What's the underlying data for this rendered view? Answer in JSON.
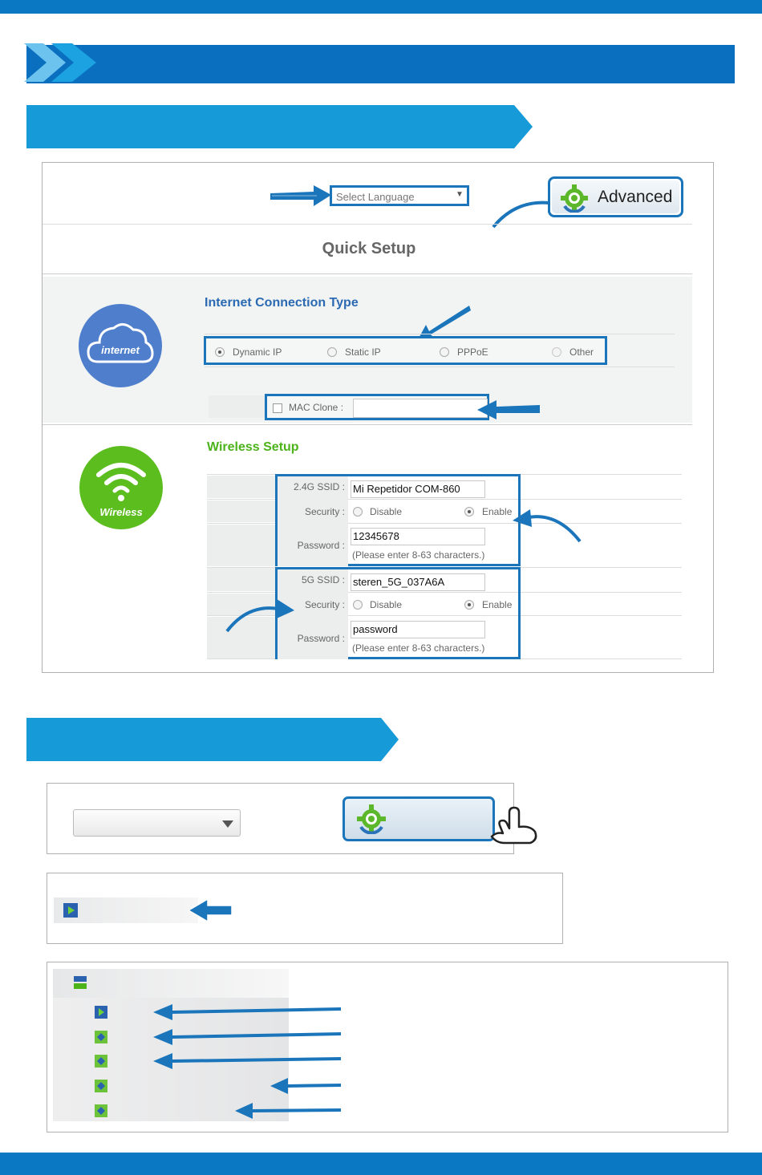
{
  "setup": {
    "select_language": "Select Language",
    "advanced_label": "Advanced",
    "quick_setup_title": "Quick Setup",
    "internet": {
      "icon_label": "internet",
      "section_title": "Internet Connection Type",
      "options": [
        "Dynamic IP",
        "Static IP",
        "PPPoE",
        "Other"
      ],
      "selected": "Dynamic IP",
      "mac_clone_label": "MAC Clone :"
    },
    "wireless": {
      "icon_label": "Wireless",
      "section_title": "Wireless Setup",
      "band_24": {
        "ssid_label": "2.4G SSID :",
        "ssid_value": "Mi Repetidor COM-860",
        "security_label": "Security :",
        "disable_label": "Disable",
        "enable_label": "Enable",
        "password_label": "Password :",
        "password_value": "12345678",
        "hint": "(Please enter 8-63 characters.)"
      },
      "band_5": {
        "ssid_label": "5G SSID :",
        "ssid_value": "steren_5G_037A6A",
        "security_label": "Security :",
        "disable_label": "Disable",
        "enable_label": "Enable",
        "password_label": "Password :",
        "password_value": "password",
        "hint": "(Please enter 8-63 characters.)"
      }
    }
  },
  "colors": {
    "brand_blue": "#0b6fc0",
    "tag_blue": "#169ad8",
    "highlight_blue": "#1a75bb",
    "internet_circle": "#4f7fcc",
    "wireless_circle": "#5cbd1f",
    "section_title_blue": "#2a6ab2",
    "section_title_green": "#4cb31a"
  }
}
